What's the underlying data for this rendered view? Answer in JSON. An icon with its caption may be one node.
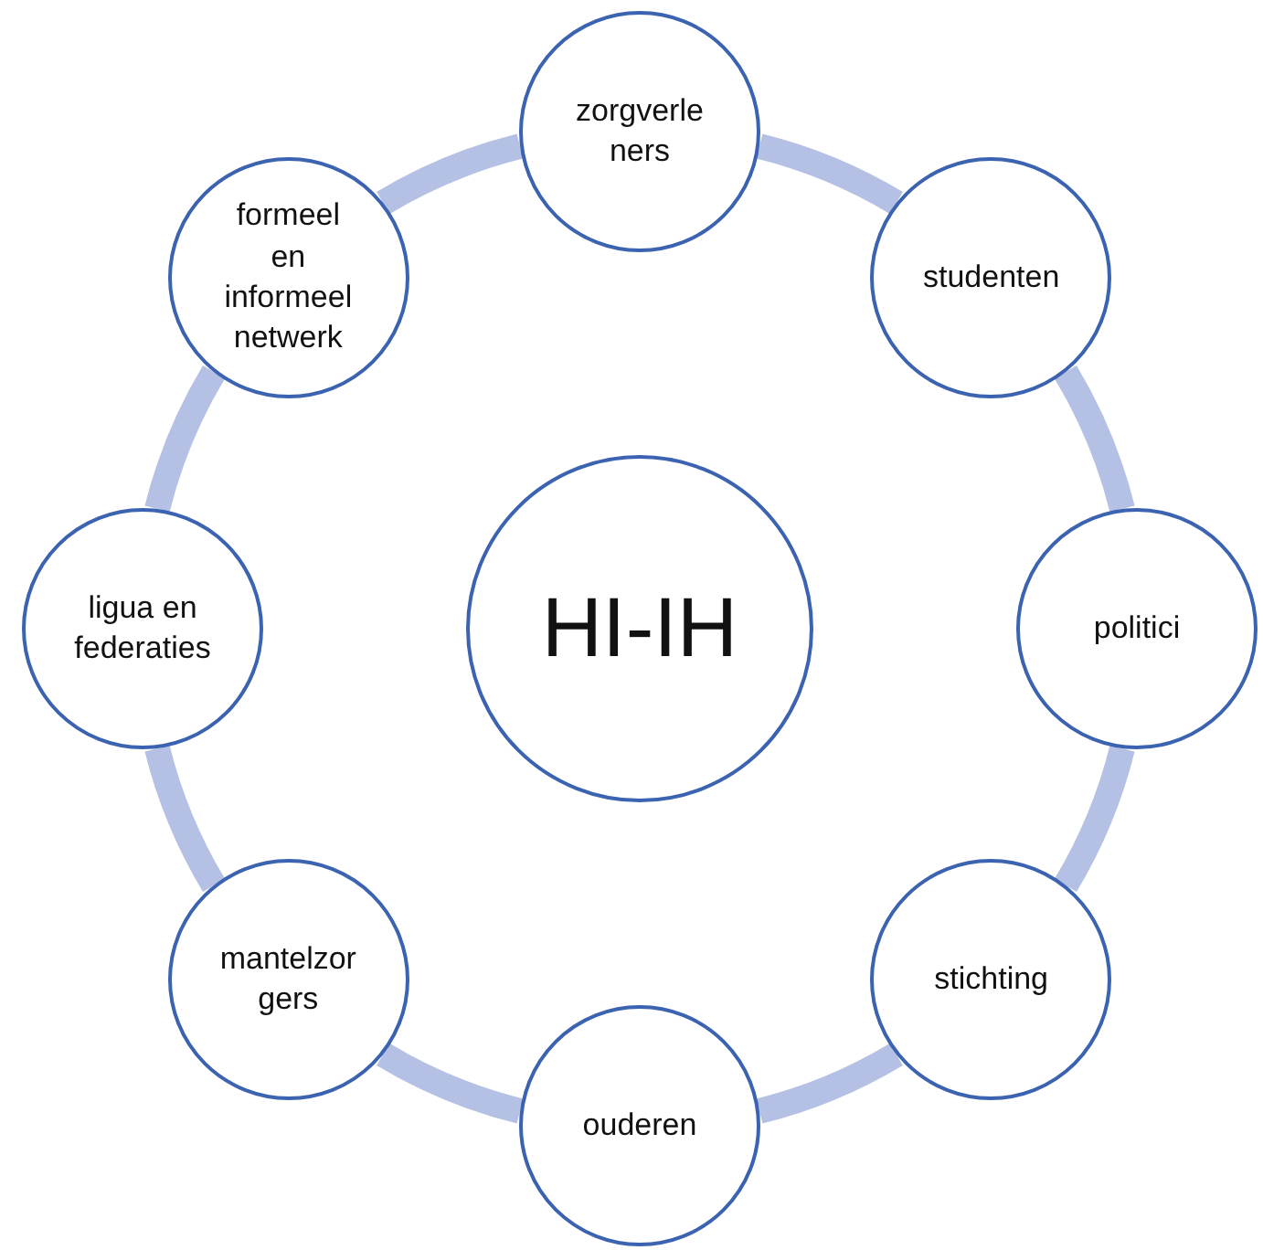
{
  "diagram": {
    "nodes": [
      {
        "text": [
          "HI-IH"
        ]
      },
      {
        "text": [
          "zorgverle ners"
        ]
      },
      {
        "text": [
          "studenten"
        ]
      },
      {
        "text": [
          "politici"
        ]
      },
      {
        "text": [
          "stichting"
        ]
      },
      {
        "text": [
          "ouderen"
        ]
      },
      {
        "text": [
          "mantelzor gers"
        ]
      },
      {
        "text": [
          "ligua en federaties"
        ]
      },
      {
        "text": [
          "formeel en informeel netwerk"
        ]
      }
    ],
    "edges": [
      {
        "from": 1,
        "to": 2,
        "arrow": "none"
      },
      {
        "from": 2,
        "to": 3,
        "arrow": "none"
      },
      {
        "from": 3,
        "to": 4,
        "arrow": "none"
      },
      {
        "from": 4,
        "to": 5,
        "arrow": "none"
      },
      {
        "from": 5,
        "to": 6,
        "arrow": "none"
      },
      {
        "from": 6,
        "to": 7,
        "arrow": "none"
      },
      {
        "from": 7,
        "to": 8,
        "arrow": "none"
      },
      {
        "from": 8,
        "to": 1,
        "arrow": "none"
      }
    ]
  }
}
